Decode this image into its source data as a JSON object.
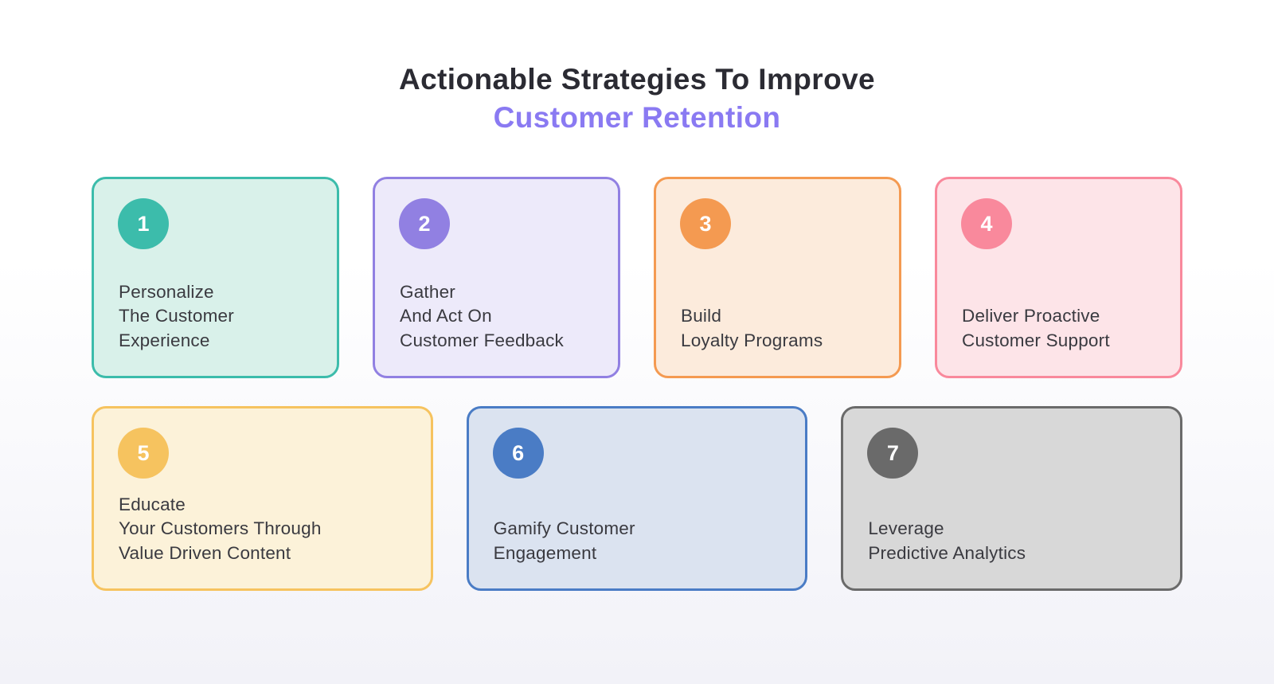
{
  "theme": {
    "title_color": "#2b2b33",
    "accent_title_color": "#8a7af2",
    "text_color": "#3a3a40",
    "bg_top": "#ffffff",
    "bg_bottom": "#f2f2f8"
  },
  "title": {
    "line1": "Actionable Strategies To Improve",
    "line2": "Customer Retention"
  },
  "cards": [
    {
      "number": "1",
      "lines": [
        "Personalize",
        "The Customer",
        "Experience"
      ],
      "accent": "#3cbcab",
      "bg": "#d9f1ea"
    },
    {
      "number": "2",
      "lines": [
        "Gather",
        "And Act On",
        "Customer Feedback"
      ],
      "accent": "#9180e2",
      "bg": "#edeafa"
    },
    {
      "number": "3",
      "lines": [
        "Build",
        "Loyalty Programs"
      ],
      "accent": "#f49a51",
      "bg": "#fcebdc"
    },
    {
      "number": "4",
      "lines": [
        "Deliver Proactive",
        "Customer Support"
      ],
      "accent": "#f9899c",
      "bg": "#fde4e8"
    },
    {
      "number": "5",
      "lines": [
        "Educate",
        "Your Customers Through",
        "Value Driven Content"
      ],
      "accent": "#f6c35f",
      "bg": "#fcf2d9"
    },
    {
      "number": "6",
      "lines": [
        "Gamify Customer",
        "Engagement"
      ],
      "accent": "#4a7cc5",
      "bg": "#dbe3f0"
    },
    {
      "number": "7",
      "lines": [
        "Leverage",
        "Predictive Analytics"
      ],
      "accent": "#6a6a6a",
      "bg": "#d8d8d8"
    }
  ]
}
